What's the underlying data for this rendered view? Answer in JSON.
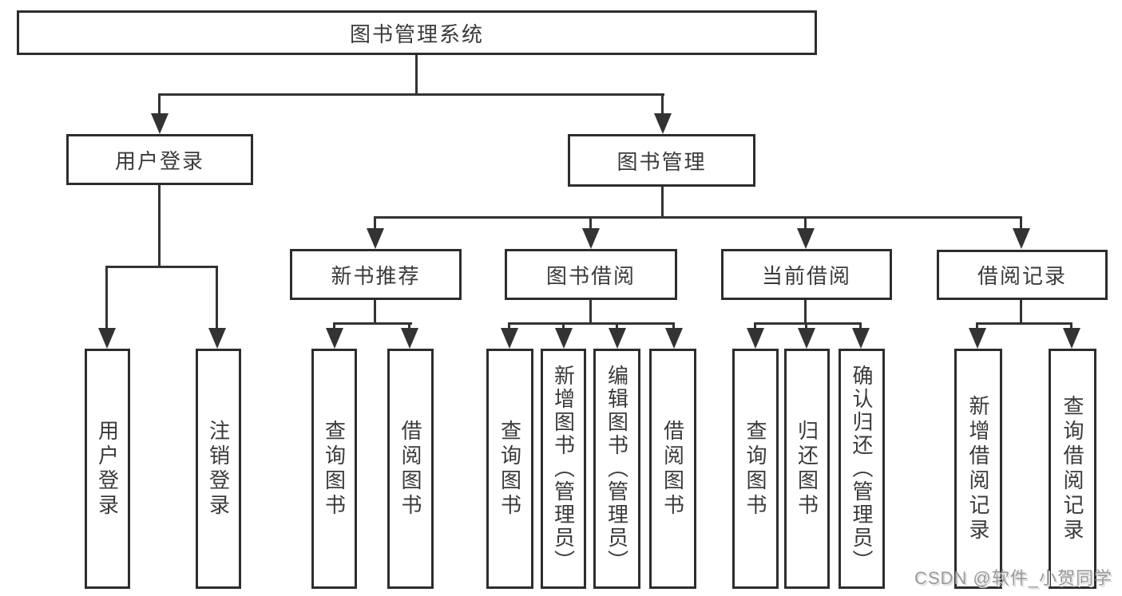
{
  "tree": {
    "root": {
      "label": "图书管理系统"
    },
    "children": [
      {
        "label": "用户登录",
        "children": [
          {
            "label": "用户登录"
          },
          {
            "label": "注销登录"
          }
        ]
      },
      {
        "label": "图书管理",
        "children": [
          {
            "label": "新书推荐",
            "children": [
              {
                "label": "查询图书"
              },
              {
                "label": "借阅图书"
              }
            ]
          },
          {
            "label": "图书借阅",
            "children": [
              {
                "label": "查询图书"
              },
              {
                "label": "新增图书（管理员）"
              },
              {
                "label": "编辑图书（管理员）"
              },
              {
                "label": "借阅图书"
              }
            ]
          },
          {
            "label": "当前借阅",
            "children": [
              {
                "label": "查询图书"
              },
              {
                "label": "归还图书"
              },
              {
                "label": "确认归还（管理员）"
              }
            ]
          },
          {
            "label": "借阅记录",
            "children": [
              {
                "label": "新增借阅记录"
              },
              {
                "label": "查询借阅记录"
              }
            ]
          }
        ]
      }
    ]
  },
  "watermark": "CSDN @软件_小贺同学",
  "colors": {
    "background": "#ffffff",
    "line": "#333333",
    "box_border": "#2d2d2d",
    "text": "#3a3a3a",
    "watermark": "#9a9a9a"
  }
}
